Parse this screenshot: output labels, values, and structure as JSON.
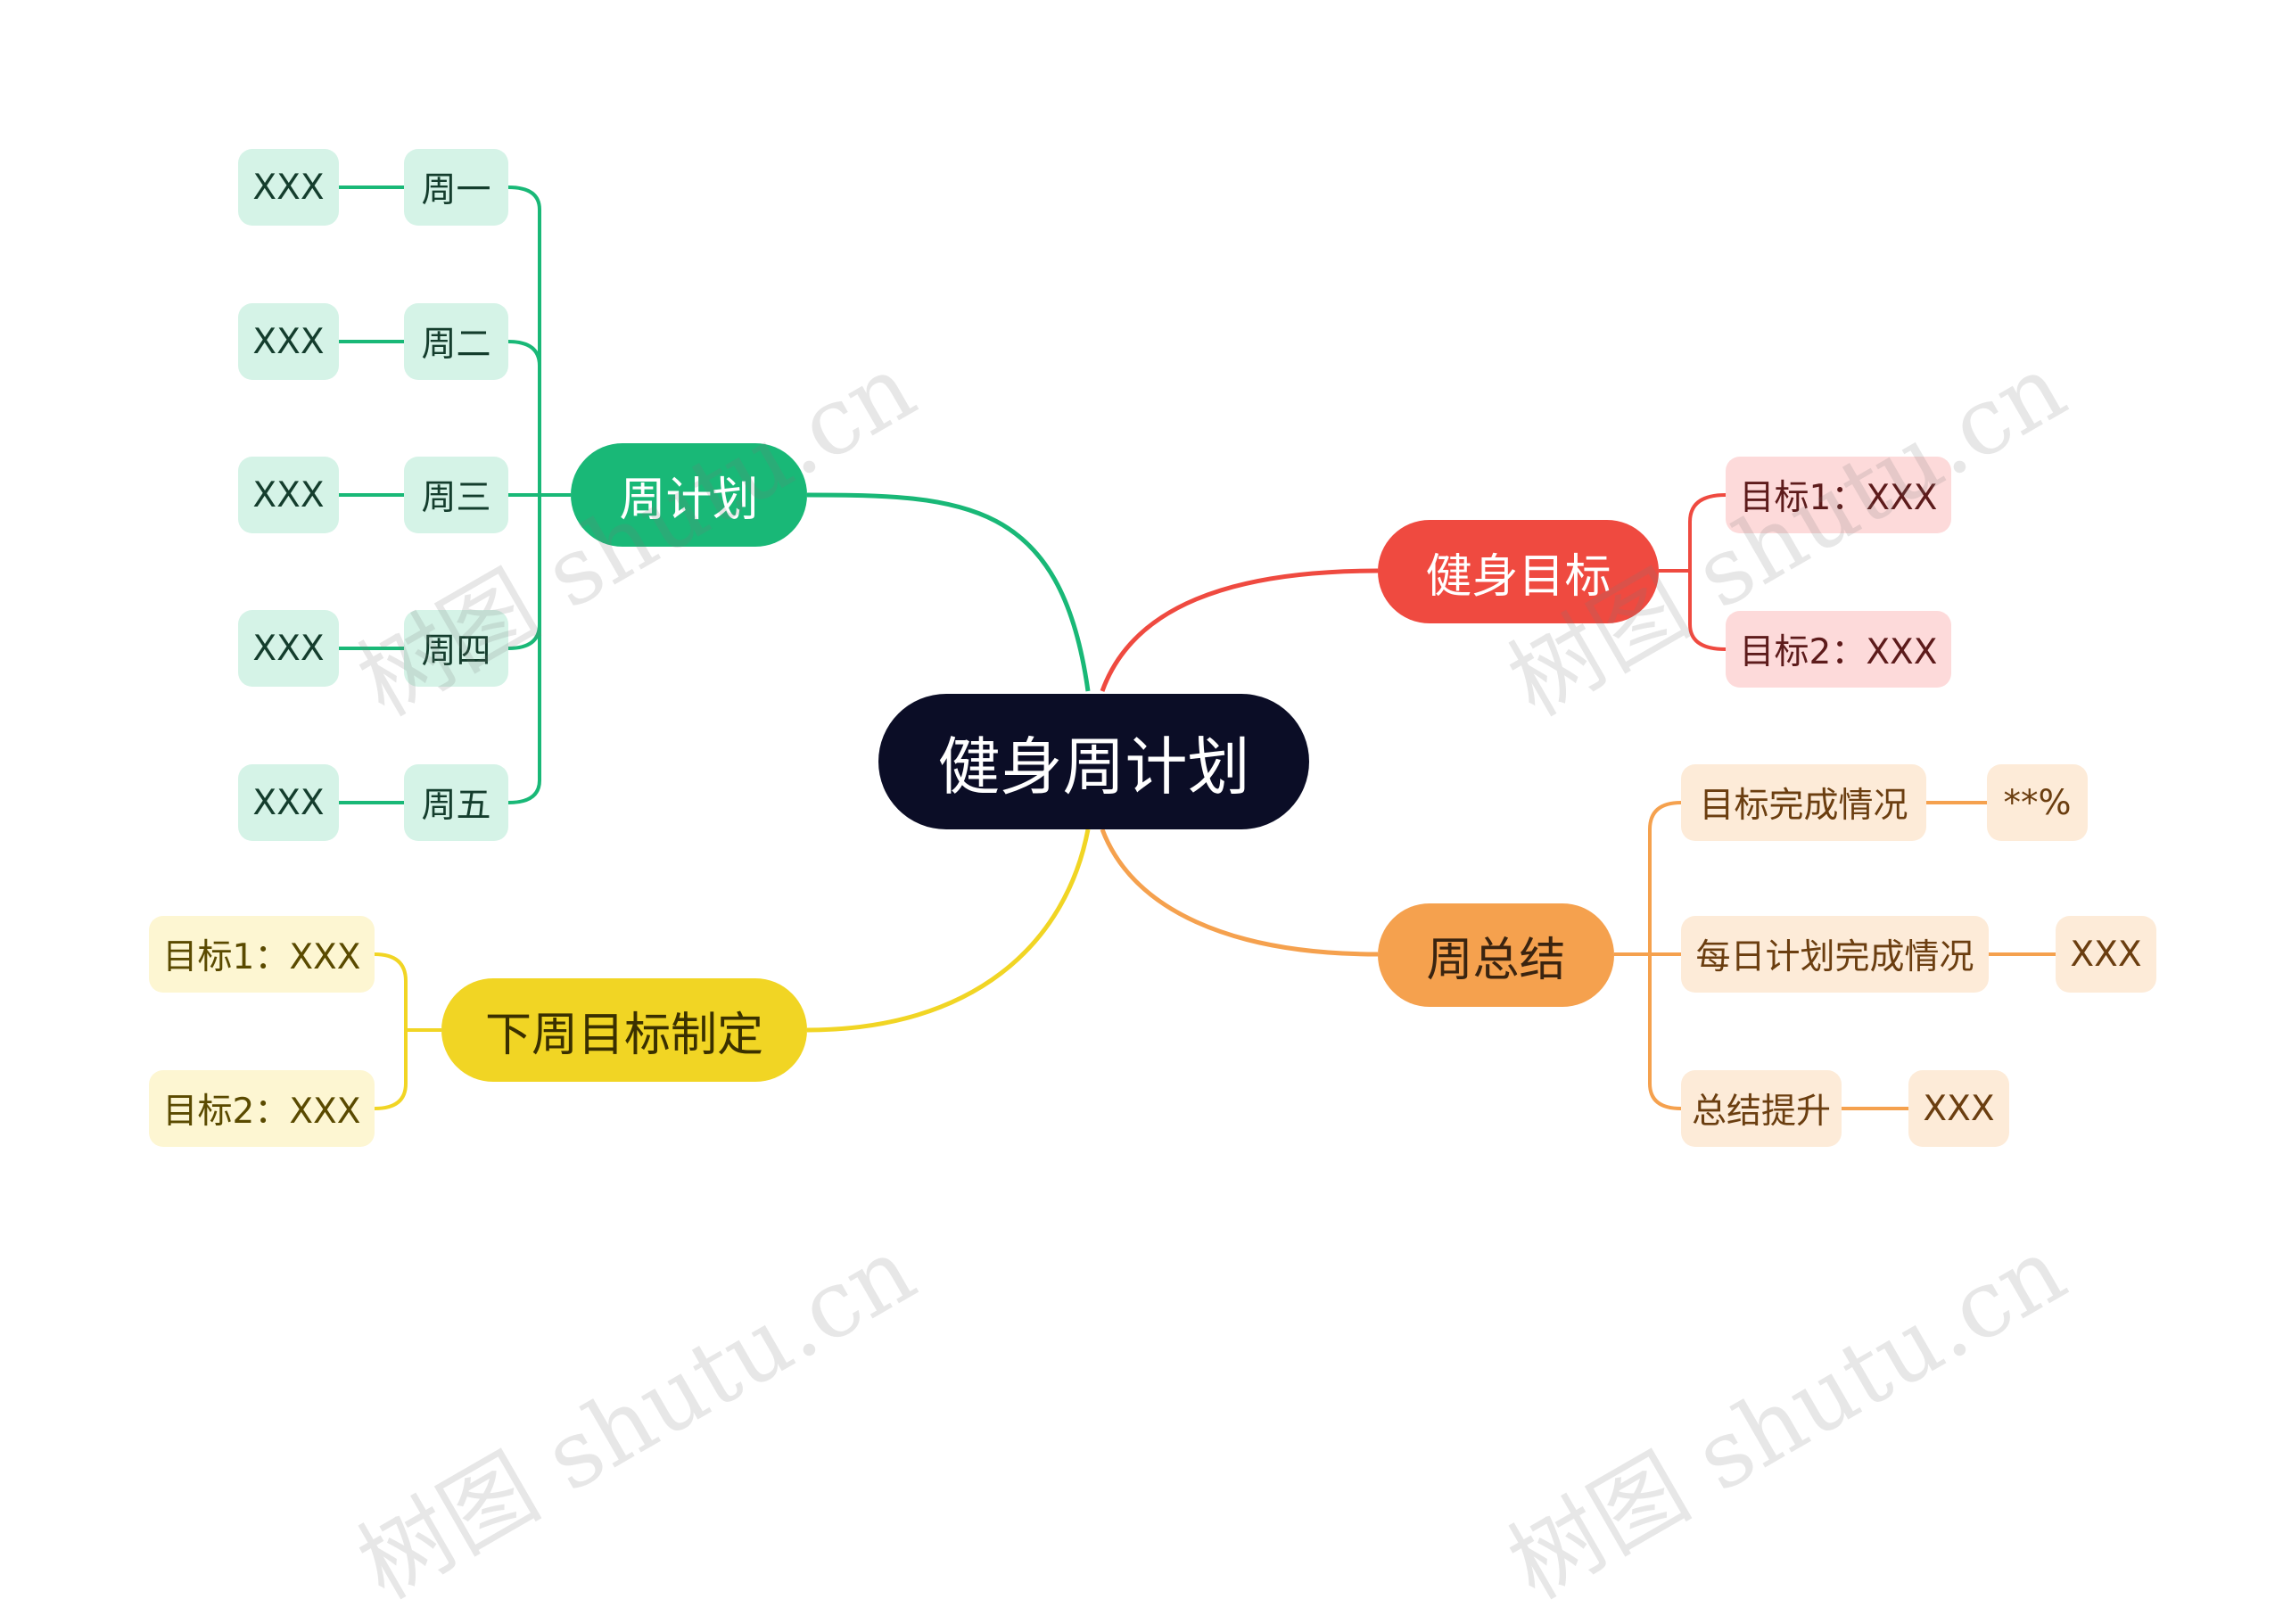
{
  "root": {
    "label": "健身周计划"
  },
  "branches": {
    "weekly_plan": {
      "label": "周计划",
      "days": [
        {
          "label": "周一",
          "value": "XXX"
        },
        {
          "label": "周二",
          "value": "XXX"
        },
        {
          "label": "周三",
          "value": "XXX"
        },
        {
          "label": "周四",
          "value": "XXX"
        },
        {
          "label": "周五",
          "value": "XXX"
        }
      ]
    },
    "fitness_goals": {
      "label": "健身目标",
      "items": [
        "目标1：XXX",
        "目标2：XXX"
      ]
    },
    "weekly_summary": {
      "label": "周总结",
      "items": [
        {
          "label": "目标完成情况",
          "value": "**%"
        },
        {
          "label": "每日计划完成情况",
          "value": "XXX"
        },
        {
          "label": "总结提升",
          "value": "XXX"
        }
      ]
    },
    "next_week_goals": {
      "label": "下周目标制定",
      "items": [
        "目标1：XXX",
        "目标2：XXX"
      ]
    }
  },
  "watermark": "树图 shutu.cn",
  "colors": {
    "root": "#0b0d26",
    "weekly_plan": "#19b877",
    "fitness_goals": "#ef4a40",
    "weekly_summary": "#f5a14e",
    "next_week_goals": "#f1d524",
    "weekly_plan_leaf": "#d5f3e7",
    "fitness_goals_leaf": "#fddada",
    "weekly_summary_leaf": "#fdebd8",
    "next_week_goals_leaf": "#fdf6d2"
  }
}
